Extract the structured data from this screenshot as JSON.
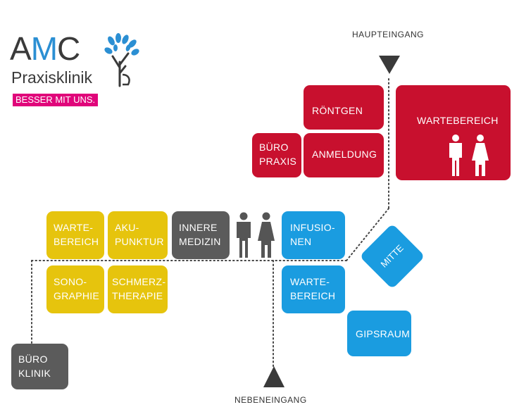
{
  "logo": {
    "a": "A",
    "m": "M",
    "c": "C",
    "subtitle": "Praxisklinik",
    "slogan": "BESSER MIT UNS."
  },
  "entrances": {
    "main": "HAUPTEINGANG",
    "side": "NEBENEINGANG"
  },
  "rooms": {
    "roentgen": "RÖNTGEN",
    "anmeldung": "ANMELDUNG",
    "buero_praxis": "BÜRO\nPRAXIS",
    "wartebereich_main": "WARTEBEREICH",
    "wartebereich_yellow": "WARTE-\nBEREICH",
    "akupunktur": "AKU-\nPUNKTUR",
    "innere_medizin": "INNERE\nMEDIZIN",
    "infusionen": "INFUSIO-\nNEN",
    "sonographie": "SONO-\nGRAPHIE",
    "schmerztherapie": "SCHMERZ-\nTHERAPIE",
    "wartebereich_blue": "WARTE-\nBEREICH",
    "mitte": "MITTE",
    "gipsraum": "GIPSRAUM",
    "buero_klinik": "BÜRO\nKLINIK"
  },
  "colors": {
    "red": "#c8102e",
    "yellow": "#e6c40d",
    "blue": "#1a9ce0",
    "gray": "#5b5b5b",
    "magenta": "#e0057a",
    "dark": "#333333"
  },
  "icons": [
    "restroom-icon-red",
    "restroom-icon-gray",
    "entrance-arrow-down-icon",
    "entrance-arrow-up-icon",
    "tree-logo-icon"
  ]
}
